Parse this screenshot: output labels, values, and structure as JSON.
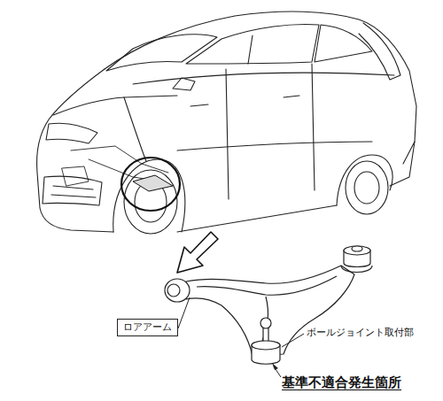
{
  "diagram": {
    "nodes": [
      {
        "text": [
          "ロアアーム"
        ]
      }
    ],
    "labels": [
      "ボールジョイント取付部",
      "基準不適合発生箇所"
    ]
  }
}
